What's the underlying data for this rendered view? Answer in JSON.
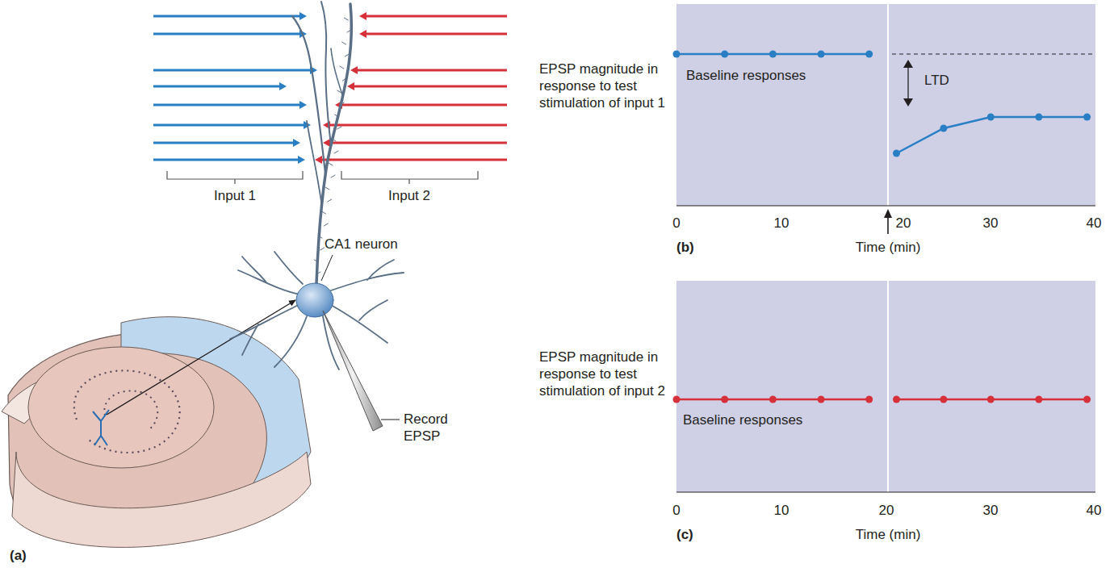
{
  "diagram": {
    "nodes": [
      {
        "text": [
          "Baseline responses",
          "LTD"
        ]
      },
      {
        "text": [
          "Baseline responses"
        ]
      }
    ],
    "labels": [
      "Input 1",
      "Input 2",
      "CA1 neuron",
      "Record EPSP",
      "(a)",
      "EPSP magnitude in response to test stimulation of input 1",
      "0",
      "10",
      "20",
      "30",
      "40",
      "(b)",
      "Time (min)",
      "EPSP magnitude in response to test stimulation of input 2",
      "0",
      "10",
      "20",
      "30",
      "40",
      "(c)",
      "Time (min)"
    ]
  }
}
